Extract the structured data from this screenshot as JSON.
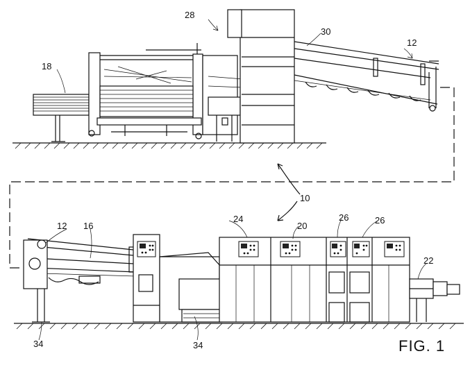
{
  "figure": {
    "caption": "FIG. 1"
  },
  "reference_numerals": {
    "n10": "10",
    "n12_top": "12",
    "n12_bottom": "12",
    "n16": "16",
    "n18": "18",
    "n20": "20",
    "n22": "22",
    "n24": "24",
    "n26_a": "26",
    "n26_b": "26",
    "n28": "28",
    "n30": "30",
    "n34_a": "34",
    "n34_b": "34"
  }
}
